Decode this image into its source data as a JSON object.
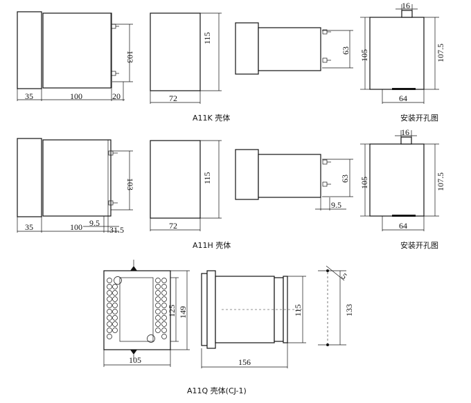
{
  "row1": {
    "side_view": {
      "dim_height": "103",
      "dim_depth_front": "35",
      "dim_body": "100",
      "dim_terminal": "20"
    },
    "end_view": {
      "dim_height": "115",
      "dim_width": "72"
    },
    "rear_view": {
      "dim_height": "63"
    },
    "cutout": {
      "dim_tab": "16",
      "dim_left": "105",
      "dim_right": "107.5",
      "dim_width": "64"
    },
    "caption_case": "A11K 壳体",
    "caption_cutout": "安装开孔图"
  },
  "row2": {
    "side_view": {
      "dim_height": "103",
      "dim_depth_front": "35",
      "dim_body": "100",
      "dim_offset": "9.5",
      "dim_terminal": "31.5"
    },
    "end_view": {
      "dim_height": "115",
      "dim_width": "72"
    },
    "rear_view": {
      "dim_height": "63",
      "dim_offset": "9.5"
    },
    "cutout": {
      "dim_tab": "16",
      "dim_left": "105",
      "dim_right": "107.5",
      "dim_width": "64"
    },
    "caption_case": "A11H 壳体",
    "caption_cutout": "安装开孔图"
  },
  "row3": {
    "front_view": {
      "dim_width": "105",
      "dim_inner_height": "125",
      "dim_height": "149"
    },
    "side_view": {
      "dim_depth": "156",
      "dim_height": "115"
    },
    "cutout": {
      "dim_height": "133",
      "dim_hole": "5"
    },
    "caption_case": "A11Q 壳体(CJ-1)"
  }
}
